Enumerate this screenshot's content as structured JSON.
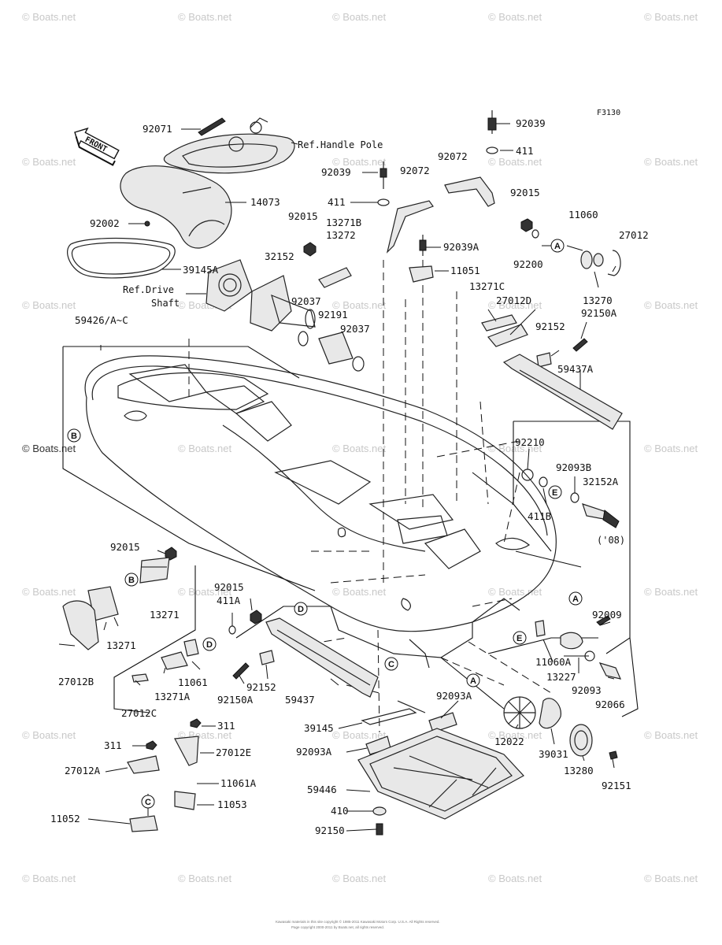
{
  "figure_code": "F3130",
  "watermark_text": "© Boats.net",
  "front_arrow_label": "FRONT",
  "ref_handle_pole": "Ref.Handle Pole",
  "ref_drive_shaft_1": "Ref.Drive",
  "ref_drive_shaft_2": "Shaft",
  "year_note": "('08)",
  "footer_line1": "Kawasaki materials in this site copyright © 1985-2011 Kawasaki Motors Corp. U.S.A. All Rights reserved.",
  "footer_line2": "Page copyright 2000-2011 by Boats.net, all rights reserved.",
  "callout_letters": [
    "A",
    "B",
    "C",
    "D",
    "E"
  ],
  "part_labels": {
    "p92071": "92071",
    "p92002": "92002",
    "p14073": "14073",
    "p39145A": "39145A",
    "p32152": "32152",
    "p92015_top": "92015",
    "p13271B": "13271B",
    "p13272": "13272",
    "p92037_a": "92037",
    "p92191": "92191",
    "p92037_b": "92037",
    "p59426": "59426/A~C",
    "p92039_top": "92039",
    "p411_top": "411",
    "p92039_mid": "92039",
    "p92072_a": "92072",
    "p92072_b": "92072",
    "p411_mid": "411",
    "p92039A": "92039A",
    "p11051": "11051",
    "p92015_r": "92015",
    "p92200": "92200",
    "p11060": "11060",
    "p27012": "27012",
    "p13270": "13270",
    "p13271C": "13271C",
    "p27012D": "27012D",
    "p92150A_r": "92150A",
    "p92152_r": "92152",
    "p59437A": "59437A",
    "p92210": "92210",
    "p92093B": "92093B",
    "p32152A": "32152A",
    "p411B": "411B",
    "p92015_l": "92015",
    "p13271_a": "13271",
    "p13271_b": "13271",
    "p27012B": "27012B",
    "p92015_m": "92015",
    "p411A": "411A",
    "p11061": "11061",
    "p13271A": "13271A",
    "p27012C": "27012C",
    "p92152_m": "92152",
    "p92150A_m": "92150A",
    "p59437": "59437",
    "p92009": "92009",
    "p11060A": "11060A",
    "p13227": "13227",
    "p92093": "92093",
    "p92066": "92066",
    "p92093A_r": "92093A",
    "p39145": "39145",
    "p92093A_l": "92093A",
    "p59446": "59446",
    "p410": "410",
    "p92150": "92150",
    "p12022": "12022",
    "p39031": "39031",
    "p13280": "13280",
    "p92151": "92151",
    "p311_a": "311",
    "p311_b": "311",
    "p27012E": "27012E",
    "p27012A": "27012A",
    "p11061A": "11061A",
    "p11053": "11053",
    "p11052": "11052"
  }
}
